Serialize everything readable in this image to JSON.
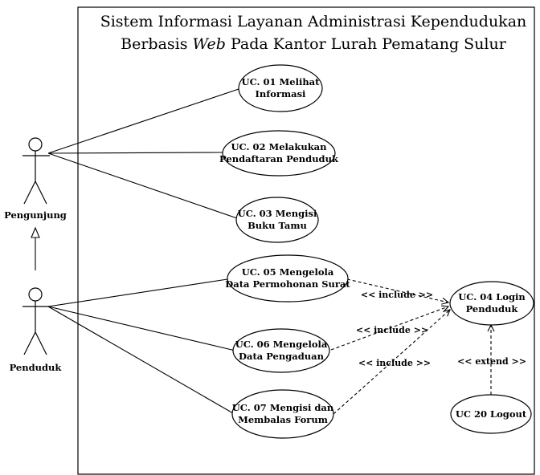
{
  "diagram": {
    "title_line1": "Sistem Informasi Layanan Administrasi  Kependudukan",
    "title_line2_before": "Berbasis ",
    "title_line2_italic": "Web",
    "title_line2_after": " Pada Kantor Lurah Pematang Sulur"
  },
  "actors": {
    "pengunjung": "Pengunjung",
    "penduduk": "Penduduk"
  },
  "use_cases": {
    "uc01": [
      "UC. 01 Melihat",
      "Informasi"
    ],
    "uc02": [
      "UC. 02 Melakukan",
      "Pendaftaran Penduduk"
    ],
    "uc03": [
      "UC. 03 Mengisi",
      "Buku Tamu"
    ],
    "uc05": [
      "UC. 05 Mengelola",
      "Data Permohonan Surat"
    ],
    "uc06": [
      "UC. 06 Mengelola",
      "Data Pengaduan"
    ],
    "uc07": [
      "UC. 07 Mengisi dan",
      "Membalas Forum"
    ],
    "uc04": [
      "UC. 04 Login",
      "Penduduk"
    ],
    "uc20": [
      "UC 20 Logout"
    ]
  },
  "relations": {
    "include_05": "<< include >>",
    "include_06": "<< include >>",
    "include_07": "<< include >>",
    "extend_20": "<< extend >>"
  }
}
